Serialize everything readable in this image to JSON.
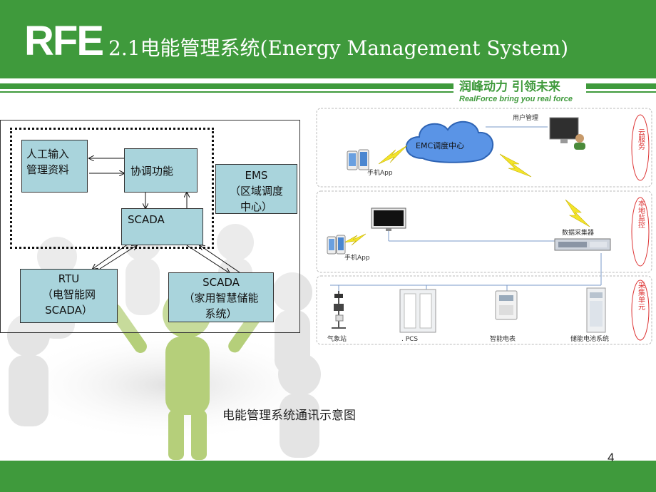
{
  "header": {
    "logo": "RFE",
    "title": "2.1电能管理系统(Energy Management System)"
  },
  "slogan": {
    "cn": "润峰动力 引领未来",
    "en": "RealForce bring you real force"
  },
  "colors": {
    "brand_green": "#3f9a3c",
    "node_fill": "#a9d4dc",
    "cloud_blue": "#3d7ed8"
  },
  "diagram": {
    "nodes": {
      "manual_input": "人工输入\n管理资料",
      "coordination": "协调功能",
      "ems": "EMS\n（区域调度\n中心）",
      "scada_center": "SCADA",
      "rtu": "RTU\n（电智能网\nSCADA）",
      "scada_home": "SCADA\n（家用智慧储能\n系统）"
    },
    "caption": "电能管理系统通讯示意图"
  },
  "network": {
    "cloud_label": "EMC调度中心",
    "user_mgmt": "用户管理",
    "app_cloud": "手机App",
    "app_local": "手机App",
    "collector": "数据采集器",
    "side_cloud": "云服务",
    "side_local": "本地监控",
    "side_collect": "采集单元",
    "devices": [
      "气象站",
      ". PCS",
      "智能电表",
      "储能电池系统"
    ]
  },
  "page_number": "4"
}
